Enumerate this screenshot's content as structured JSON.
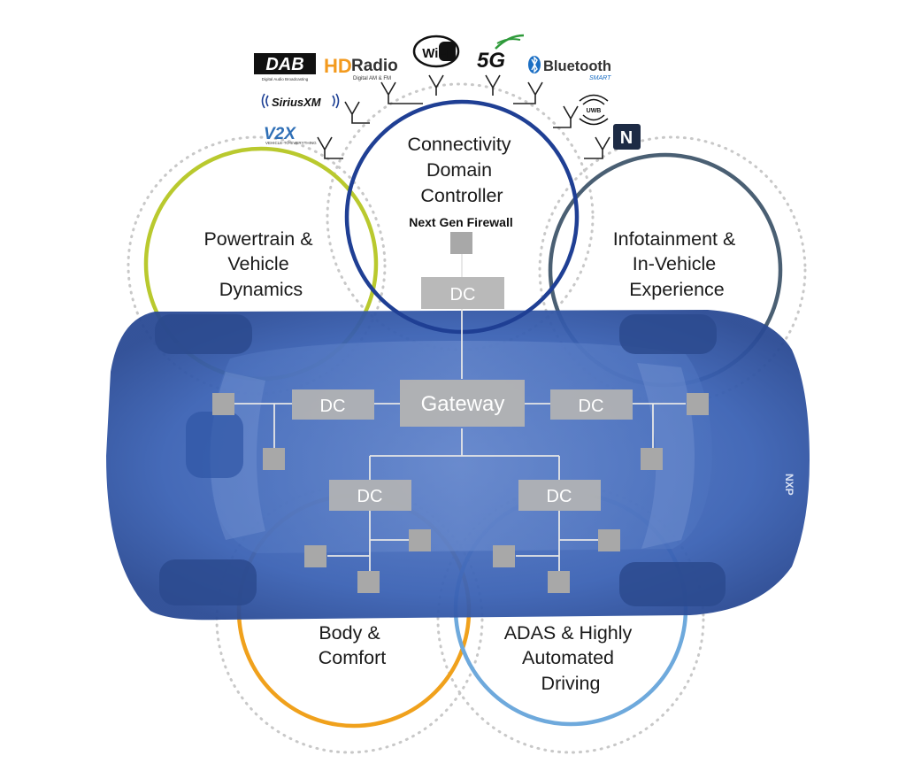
{
  "domains": {
    "connectivity": {
      "lines": [
        "Connectivity",
        "Domain",
        "Controller"
      ],
      "sublabel": "Next Gen Firewall",
      "color": "#1f3f94"
    },
    "powertrain": {
      "lines": [
        "Powertrain &",
        "Vehicle",
        "Dynamics"
      ],
      "color": "#b9c92e"
    },
    "infotainment": {
      "lines": [
        "Infotainment &",
        "In-Vehicle",
        "Experience"
      ],
      "color": "#4a5f73"
    },
    "body": {
      "lines": [
        "Body &",
        "Comfort"
      ],
      "color": "#f0a11c"
    },
    "adas": {
      "lines": [
        "ADAS & Highly",
        "Automated",
        "Driving"
      ],
      "color": "#6ea9dc"
    }
  },
  "nodes": {
    "gateway": "Gateway",
    "dc": "DC"
  },
  "logos": {
    "dab": "DAB",
    "dab_sub": "Digital Audio Broadcasting",
    "hd_mark": "HD",
    "hd_radio": "Radio",
    "hd_sub": "Digital AM & FM",
    "wifi": "WiFi",
    "fiveg": "5G",
    "bluetooth": "Bluetooth",
    "bluetooth_sub": "SMART",
    "siriusxm": "SiriusXM",
    "uwb": "UWB",
    "v2x": "V2X",
    "v2x_sub": "VEHICLE-TO-EVERYTHING",
    "nfc": "N",
    "car_badge": "NXP"
  },
  "colors": {
    "car_body": "#3a63b8",
    "box": "#b3b3b3",
    "dotted_ring": "#c8c8c8"
  }
}
